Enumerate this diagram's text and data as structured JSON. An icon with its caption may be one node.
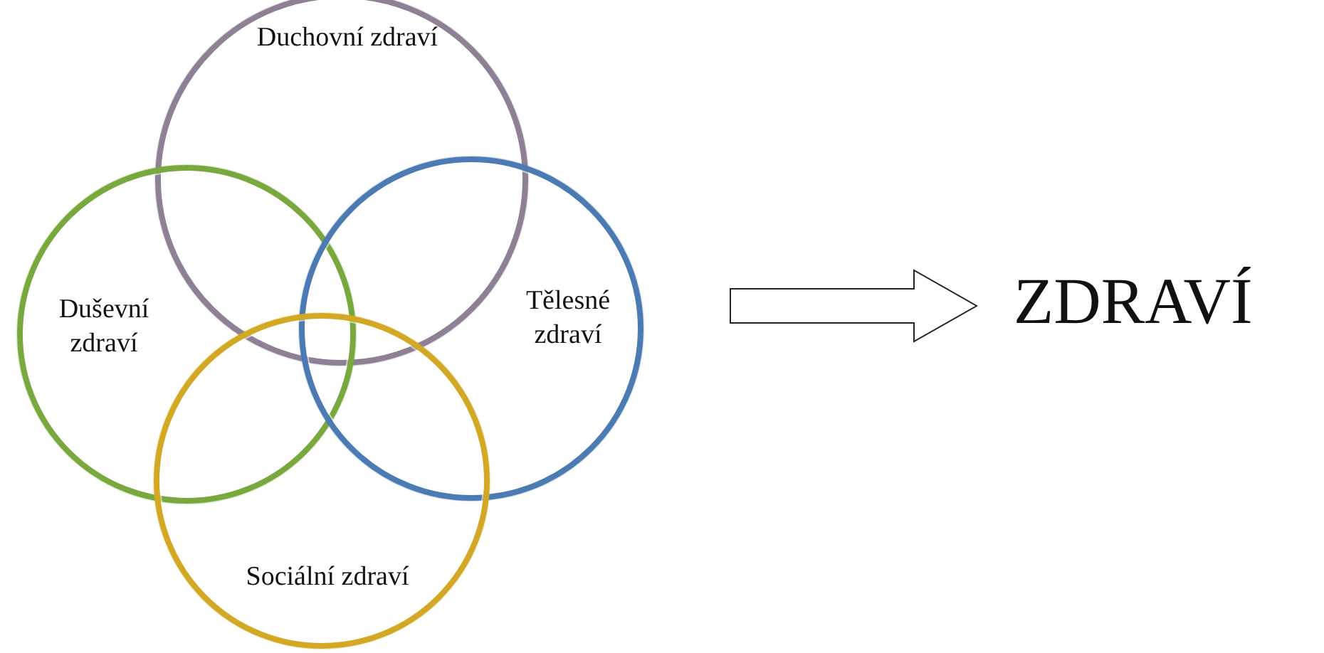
{
  "diagram": {
    "nodes": [
      {
        "text": [
          "Duchovní zdraví"
        ]
      },
      {
        "text": [
          "Duševní zdraví"
        ]
      },
      {
        "text": [
          "Tělesné zdraví"
        ]
      },
      {
        "text": [
          "Sociální zdraví"
        ]
      },
      {
        "text": [
          "ZDRAVÍ"
        ]
      }
    ],
    "edges": [
      {
        "from": null,
        "to": 4,
        "arrow": "to"
      }
    ]
  }
}
